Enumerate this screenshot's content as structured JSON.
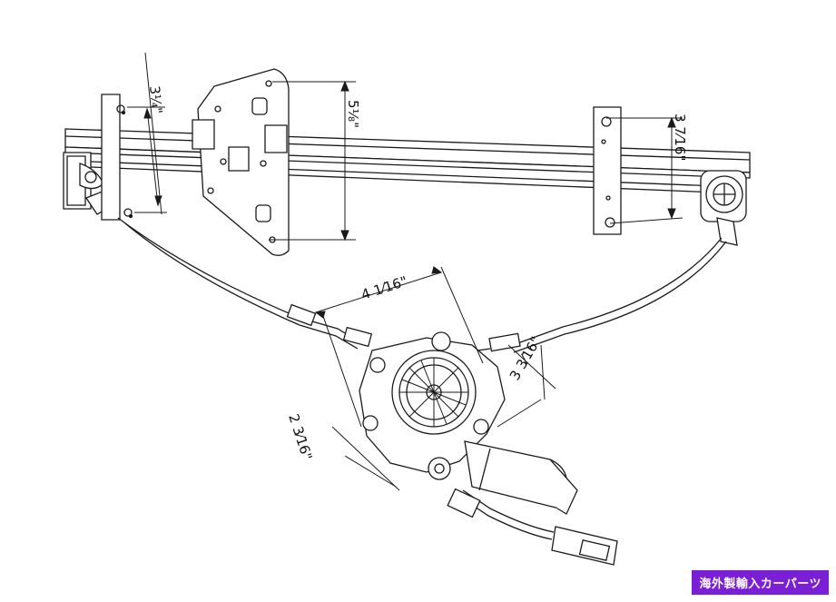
{
  "diagram": {
    "dimensions": {
      "left_bracket_height": "3¼\"",
      "center_plate_height": "5⅛\"",
      "right_bracket_height": "3 7⁄16\"",
      "motor_width": "4 1⁄16\"",
      "motor_depth": "3 3⁄16\"",
      "gear_offset": "2 3⁄16\""
    }
  },
  "watermark": {
    "text": "海外製輸入カーパーツ",
    "color": "#7a1fd6"
  }
}
